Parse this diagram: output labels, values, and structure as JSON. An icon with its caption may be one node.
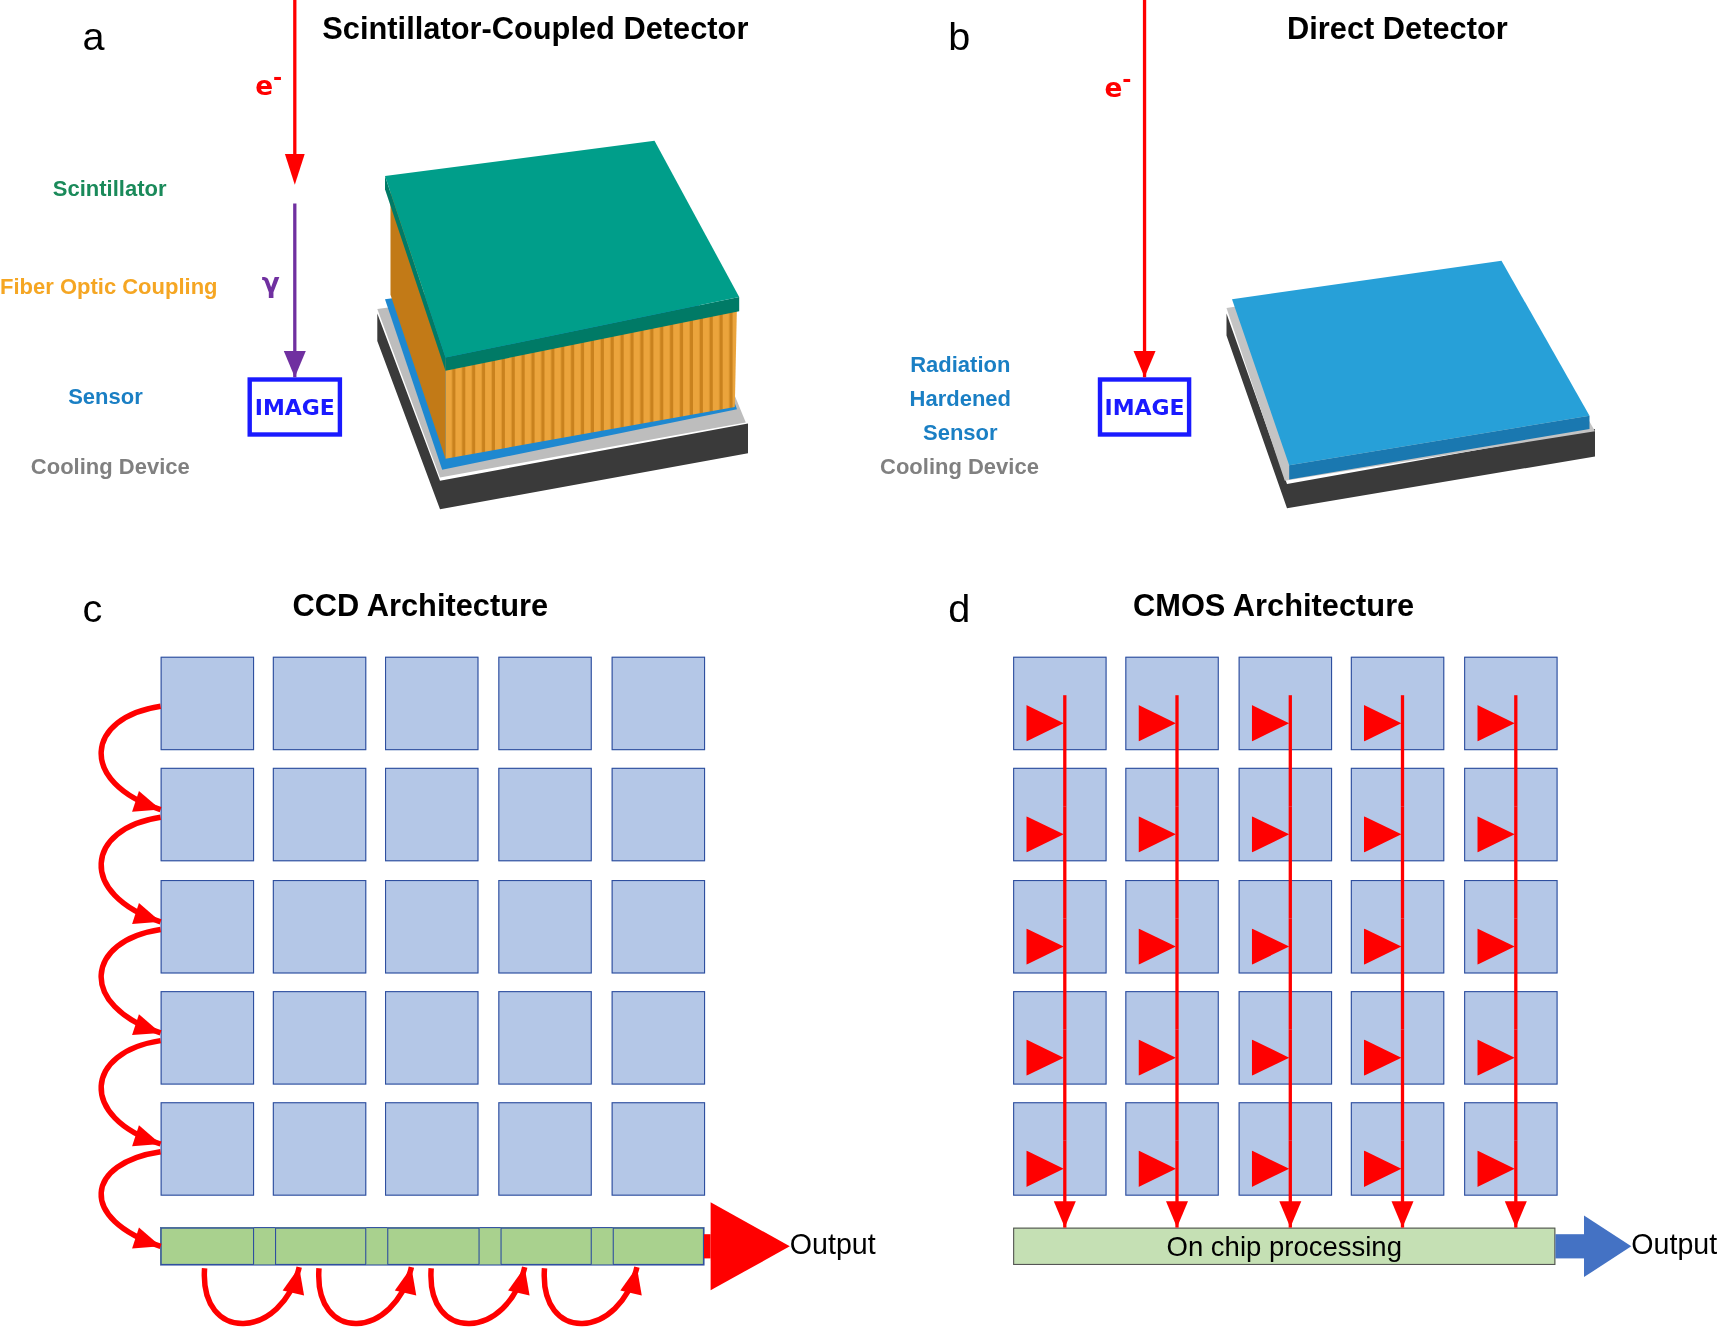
{
  "diagram": {
    "nodes": [
      {
        "text": [
          "IMAGE"
        ]
      },
      {
        "text": [
          "IMAGE"
        ]
      },
      {
        "text": [],
        "shape": "box"
      },
      {
        "text": [],
        "shape": "box"
      },
      {
        "text": [],
        "shape": "box"
      },
      {
        "text": [],
        "shape": "box"
      },
      {
        "text": [],
        "shape": "box"
      },
      {
        "text": [],
        "shape": "box"
      },
      {
        "text": [],
        "shape": "box"
      },
      {
        "text": [],
        "shape": "box"
      },
      {
        "text": [],
        "shape": "box"
      },
      {
        "text": [],
        "shape": "box"
      },
      {
        "text": [],
        "shape": "box"
      },
      {
        "text": [],
        "shape": "box"
      },
      {
        "text": [],
        "shape": "box"
      },
      {
        "text": [],
        "shape": "box"
      },
      {
        "text": [],
        "shape": "box"
      },
      {
        "text": [],
        "shape": "box"
      },
      {
        "text": [],
        "shape": "box"
      },
      {
        "text": [],
        "shape": "box"
      },
      {
        "text": [],
        "shape": "box"
      },
      {
        "text": [],
        "shape": "box"
      },
      {
        "text": [],
        "shape": "box"
      },
      {
        "text": [],
        "shape": "box"
      },
      {
        "text": [],
        "shape": "box"
      },
      {
        "text": [],
        "shape": "box"
      },
      {
        "text": [],
        "shape": "box"
      },
      {
        "text": [],
        "shape": "box"
      },
      {
        "text": [],
        "shape": "box"
      },
      {
        "text": [],
        "shape": "box"
      },
      {
        "text": [],
        "shape": "box"
      },
      {
        "text": [],
        "shape": "box"
      },
      {
        "text": [
          "Output"
        ]
      },
      {
        "text": [],
        "shape": "box"
      },
      {
        "text": [],
        "shape": "box"
      },
      {
        "text": [],
        "shape": "box"
      },
      {
        "text": [],
        "shape": "box"
      },
      {
        "text": [],
        "shape": "box"
      },
      {
        "text": [],
        "shape": "box"
      },
      {
        "text": [],
        "shape": "box"
      },
      {
        "text": [],
        "shape": "box"
      },
      {
        "text": [],
        "shape": "box"
      },
      {
        "text": [],
        "shape": "box"
      },
      {
        "text": [],
        "shape": "box"
      },
      {
        "text": [],
        "shape": "box"
      },
      {
        "text": [],
        "shape": "box"
      },
      {
        "text": [],
        "shape": "box"
      },
      {
        "text": [],
        "shape": "box"
      },
      {
        "text": [],
        "shape": "box"
      },
      {
        "text": [],
        "shape": "box"
      },
      {
        "text": [],
        "shape": "box"
      },
      {
        "text": [],
        "shape": "box"
      },
      {
        "text": [],
        "shape": "box"
      },
      {
        "text": [],
        "shape": "box"
      },
      {
        "text": [],
        "shape": "box"
      },
      {
        "text": [],
        "shape": "box"
      },
      {
        "text": [],
        "shape": "box"
      },
      {
        "text": [],
        "shape": "box"
      },
      {
        "text": [
          "On chip processing"
        ]
      },
      {
        "text": [
          "Output"
        ]
      }
    ],
    "edges": [
      {
        "from": null,
        "to": 0,
        "arrow": "to",
        "label": "γ",
        "color": "#7030a0"
      },
      {
        "from": null,
        "to": 1,
        "arrow": "to",
        "label": "e$^{-}$"
      },
      {
        "from": 2,
        "to": 7,
        "arrow": "to"
      },
      {
        "from": 7,
        "to": 12,
        "arrow": "to"
      },
      {
        "from": 12,
        "to": 17,
        "arrow": "to"
      },
      {
        "from": 17,
        "to": 22,
        "arrow": "to"
      },
      {
        "from": 22,
        "to": 27,
        "arrow": "to"
      },
      {
        "from": 27,
        "to": 28,
        "arrow": "to"
      },
      {
        "from": 28,
        "to": 29,
        "arrow": "to"
      },
      {
        "from": 29,
        "to": 30,
        "arrow": "to"
      },
      {
        "from": 30,
        "to": 31,
        "arrow": "to"
      },
      {
        "from": 31,
        "to": 32,
        "arrow": "to",
        "style": "thick"
      },
      {
        "from": 33,
        "to": 38,
        "arrow": "none"
      },
      {
        "from": 38,
        "to": 43,
        "arrow": "none"
      },
      {
        "from": 43,
        "to": 48,
        "arrow": "none"
      },
      {
        "from": 48,
        "to": 53,
        "arrow": "none"
      },
      {
        "from": 53,
        "to": 58,
        "arrow": "to"
      },
      {
        "from": 34,
        "to": 39,
        "arrow": "none"
      },
      {
        "from": 39,
        "to": 44,
        "arrow": "none"
      },
      {
        "from": 44,
        "to": 49,
        "arrow": "none"
      },
      {
        "from": 49,
        "to": 54,
        "arrow": "none"
      },
      {
        "from": 54,
        "to": 58,
        "arrow": "to"
      },
      {
        "from": 35,
        "to": 40,
        "arrow": "none"
      },
      {
        "from": 40,
        "to": 45,
        "arrow": "none"
      },
      {
        "from": 45,
        "to": 50,
        "arrow": "none"
      },
      {
        "from": 50,
        "to": 55,
        "arrow": "none"
      },
      {
        "from": 55,
        "to": 58,
        "arrow": "to"
      },
      {
        "from": 36,
        "to": 41,
        "arrow": "none"
      },
      {
        "from": 41,
        "to": 46,
        "arrow": "none"
      },
      {
        "from": 46,
        "to": 51,
        "arrow": "none"
      },
      {
        "from": 51,
        "to": 56,
        "arrow": "none"
      },
      {
        "from": 56,
        "to": 58,
        "arrow": "to"
      },
      {
        "from": 37,
        "to": 42,
        "arrow": "none"
      },
      {
        "from": 42,
        "to": 47,
        "arrow": "none"
      },
      {
        "from": 47,
        "to": 52,
        "arrow": "none"
      },
      {
        "from": 52,
        "to": 57,
        "arrow": "none"
      },
      {
        "from": 57,
        "to": 58,
        "arrow": "to"
      },
      {
        "from": 58,
        "to": 59,
        "arrow": "to",
        "style": "thick",
        "color": "#4472c4"
      }
    ],
    "labels": [
      "a",
      "Scintillator-Coupled Detector",
      "e$^{-}$",
      "Scintillator",
      "Fiber Optic Coupling",
      "Sensor",
      "Cooling Device",
      "b",
      "Direct Detector",
      "Radiation Hardened Sensor",
      "Cooling Device",
      "c",
      "CCD Architecture",
      "d",
      "CMOS Architecture"
    ]
  }
}
